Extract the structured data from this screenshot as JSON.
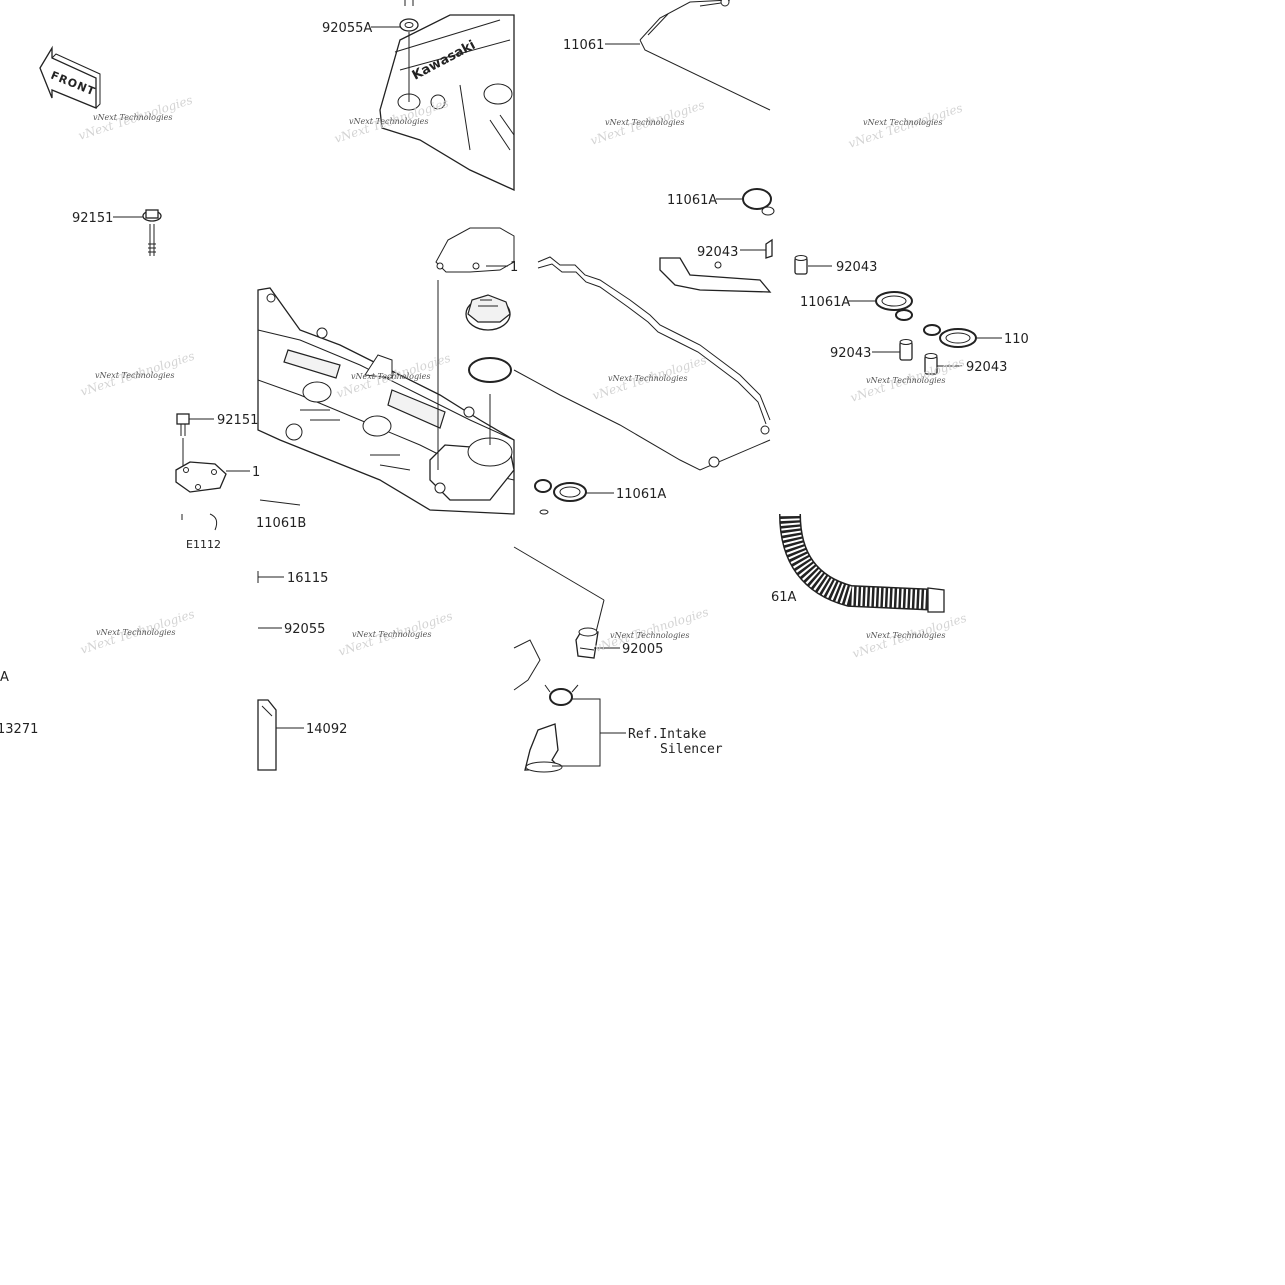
{
  "labels": [
    {
      "id": "l-92055A-top",
      "text": "92055A"
    },
    {
      "id": "l-11061-top",
      "text": "11061"
    },
    {
      "id": "l-11061A-a",
      "text": "11061A"
    },
    {
      "id": "l-92043-a",
      "text": "92043"
    },
    {
      "id": "l-92043-b",
      "text": "92043"
    },
    {
      "id": "l-11061A-b",
      "text": "11061A"
    },
    {
      "id": "l-92043-c",
      "text": "92043"
    },
    {
      "id": "l-92043-d",
      "text": "92043"
    },
    {
      "id": "l-110-cut",
      "text": "110"
    },
    {
      "id": "l-92151-a",
      "text": "92151"
    },
    {
      "id": "l-92151-b",
      "text": "92151"
    },
    {
      "id": "l-1-a",
      "text": "1"
    },
    {
      "id": "l-1-b",
      "text": "1"
    },
    {
      "id": "l-11061A-c",
      "text": "11061A"
    },
    {
      "id": "l-11061B",
      "text": "11061B"
    },
    {
      "id": "l-E1112",
      "text": "E1112"
    },
    {
      "id": "l-16115",
      "text": "16115"
    },
    {
      "id": "l-92055",
      "text": "92055"
    },
    {
      "id": "l-A",
      "text": "A"
    },
    {
      "id": "l-13271",
      "text": "13271"
    },
    {
      "id": "l-14092",
      "text": "14092"
    },
    {
      "id": "l-61A",
      "text": "61A"
    },
    {
      "id": "l-92005",
      "text": "92005"
    }
  ],
  "reference": {
    "line1": "Ref.Intake",
    "line2": "Silencer"
  },
  "front_marker": {
    "text": "FRONT"
  },
  "brand": {
    "text": "Kawasaki"
  },
  "watermark": {
    "text": "vNext Technologies"
  },
  "colors": {
    "line": "#222222",
    "background": "#ffffff",
    "watermark": "#d4d4d4"
  }
}
